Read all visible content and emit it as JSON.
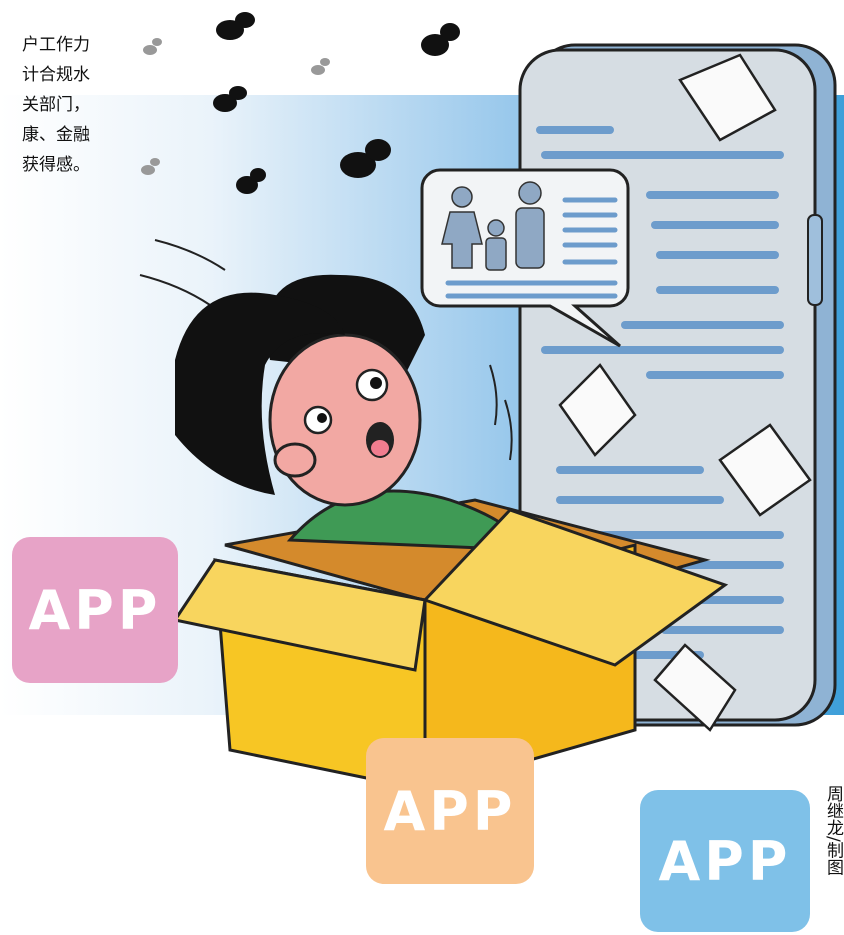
{
  "caption": {
    "lines": [
      "户工作力",
      "计合规水",
      "关部门，",
      "康、金融",
      "获得感。"
    ]
  },
  "credit": "周继龙/制图",
  "tiles": [
    {
      "label": "APP",
      "color": "#e7a3c7"
    },
    {
      "label": "APP",
      "color": "#f9c48f"
    },
    {
      "label": "APP",
      "color": "#7fc1e8"
    }
  ],
  "colors": {
    "phone": "#c9d3dc",
    "skin": "#f2a8a3",
    "hair": "#111111",
    "shirt": "#3f9a55",
    "box": "#f7d23a",
    "box_flap": "#e89a3b"
  },
  "icons": [
    "family-icon",
    "eyes-icon",
    "paper-icon"
  ]
}
